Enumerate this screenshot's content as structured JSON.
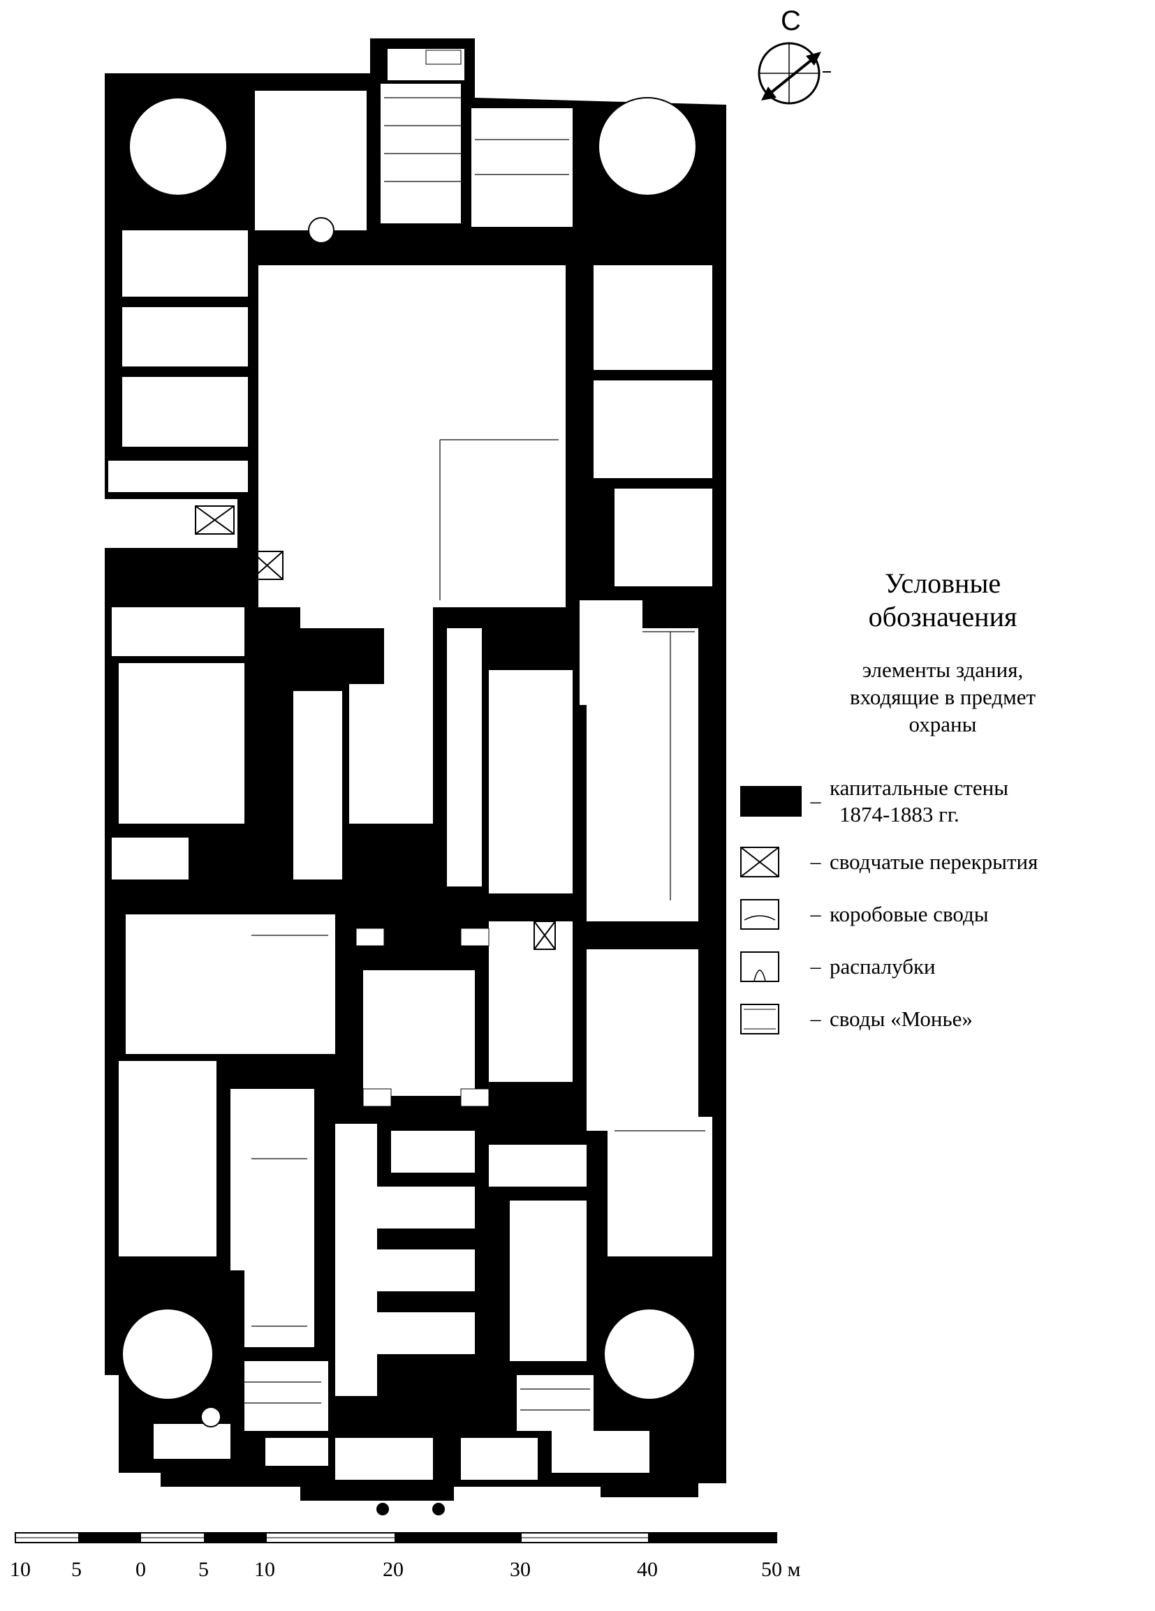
{
  "legend": {
    "title_line1": "Условные",
    "title_line2": "обозначения",
    "subtitle_line1": "элементы здания,",
    "subtitle_line2": "входящие в предмет",
    "subtitle_line3": "охраны",
    "items": [
      {
        "symbol": "solid-wall",
        "dash": "–",
        "label_line1": "капитальные стены",
        "label_line2": "1874-1883 гг."
      },
      {
        "symbol": "cross-vault",
        "dash": "–",
        "label_line1": "сводчатые перекрытия"
      },
      {
        "symbol": "barrel-vault",
        "dash": "–",
        "label_line1": "коробовые своды"
      },
      {
        "symbol": "lunette",
        "dash": "–",
        "label_line1": "распалубки"
      },
      {
        "symbol": "monier-vault",
        "dash": "–",
        "label_line1": "своды «Монье»"
      }
    ]
  },
  "compass": {
    "north_label": "С"
  },
  "scale_bar": {
    "labels": [
      "10",
      "5",
      "0",
      "5",
      "10",
      "20",
      "30",
      "40",
      "50 м"
    ]
  },
  "colors": {
    "ink": "#000000",
    "paper": "#ffffff",
    "thin_line": "#333333"
  }
}
